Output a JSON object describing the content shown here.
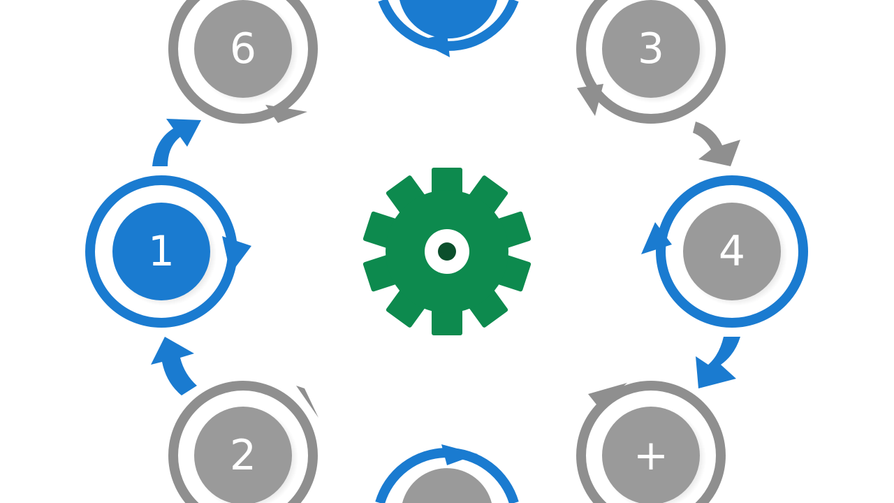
{
  "diagram": {
    "center_icon": "gear-icon",
    "nodes": [
      {
        "id": "node-1",
        "label": "1",
        "color": "#1a7bd0",
        "ring": "#1a7bd0"
      },
      {
        "id": "node-2",
        "label": "2",
        "color": "#9a9a9a",
        "ring": "#8f8f8f"
      },
      {
        "id": "node-3",
        "label": "3",
        "color": "#9a9a9a",
        "ring": "#8f8f8f"
      },
      {
        "id": "node-4",
        "label": "4",
        "color": "#9a9a9a",
        "ring": "#1a7bd0"
      },
      {
        "id": "node-5",
        "label": "+",
        "color": "#9a9a9a",
        "ring": "#8f8f8f"
      },
      {
        "id": "node-6",
        "label": "6",
        "color": "#9a9a9a",
        "ring": "#8f8f8f"
      },
      {
        "id": "node-top",
        "label": "",
        "color": "#1a7bd0",
        "ring": "#1a7bd0"
      },
      {
        "id": "node-bottom",
        "label": "",
        "color": "#9a9a9a",
        "ring": "#1a7bd0"
      }
    ],
    "colors": {
      "blue": "#1a7bd0",
      "gray": "#8f8f8f",
      "gear": "#0d8a4e",
      "gear_hub": "#0b4f2c"
    }
  }
}
